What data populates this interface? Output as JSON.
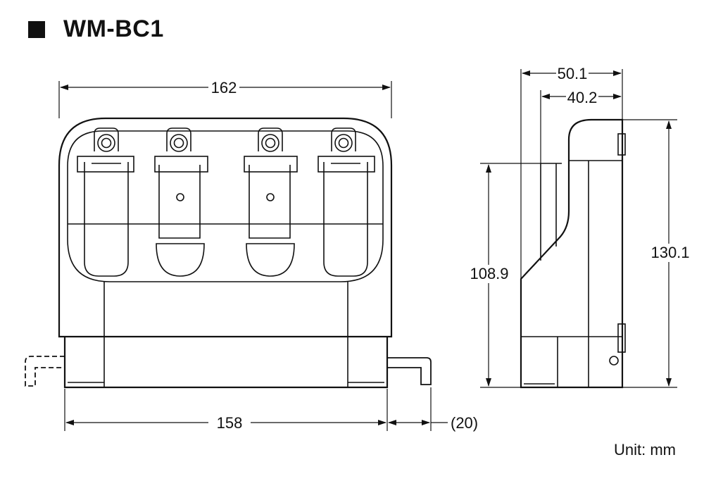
{
  "title": "WM-BC1",
  "front_view": {
    "overall_width": "162",
    "base_width": "158",
    "cable_offset": "(20)"
  },
  "side_view": {
    "depth_overall": "50.1",
    "depth_inner": "40.2",
    "height_overall": "130.1",
    "height_inner": "108.9"
  },
  "unit_label": "Unit: mm"
}
